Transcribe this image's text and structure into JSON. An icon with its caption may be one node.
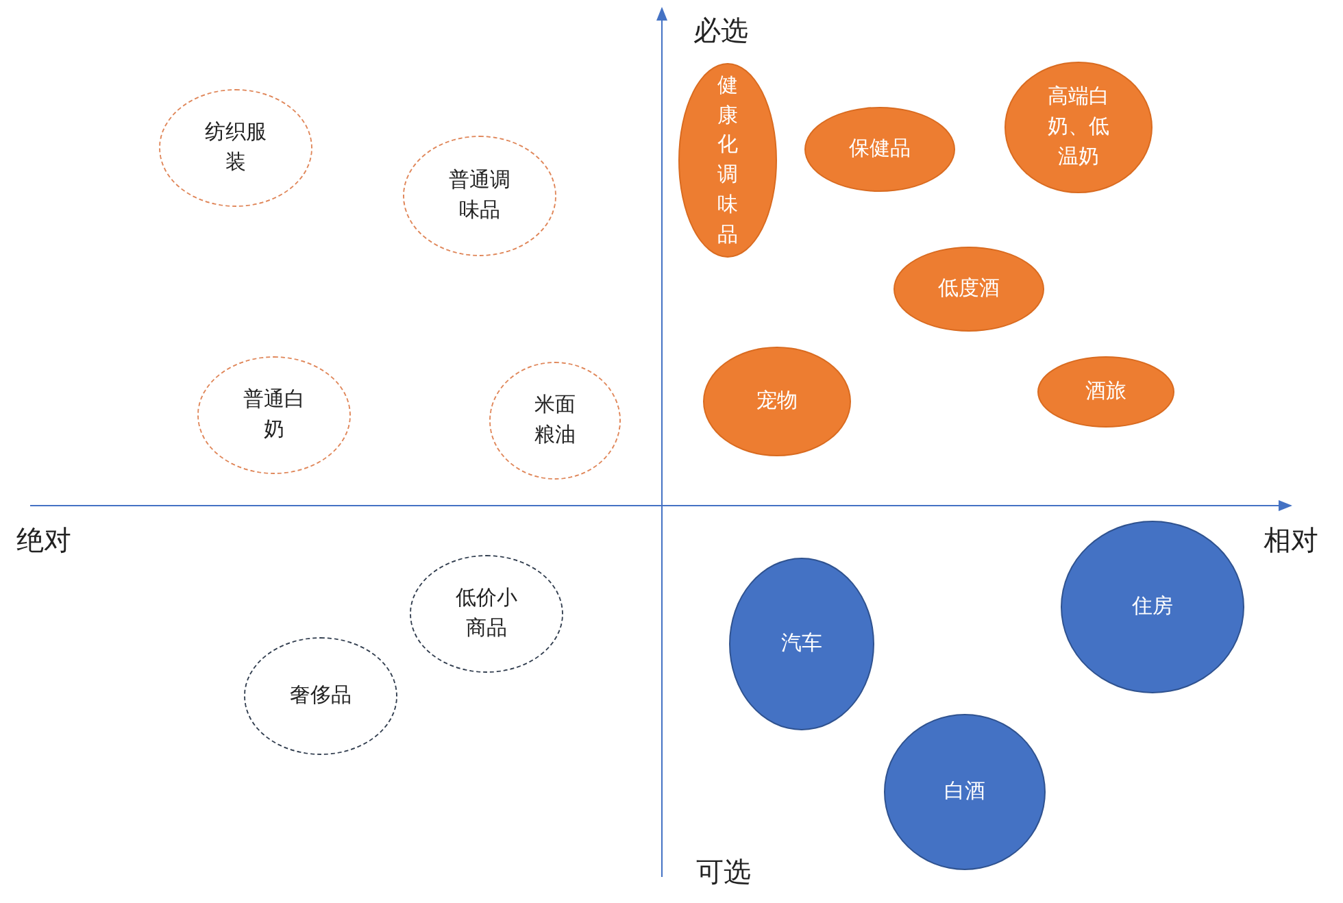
{
  "diagram": {
    "nodes": [
      {
        "text": [
          "纺织服装"
        ]
      },
      {
        "text": [
          "普通调味品"
        ]
      },
      {
        "text": [
          "普通白奶"
        ]
      },
      {
        "text": [
          "米面粮油"
        ]
      },
      {
        "text": [
          "健康化调味品"
        ]
      },
      {
        "text": [
          "保健品"
        ]
      },
      {
        "text": [
          "高端白奶、低温奶"
        ]
      },
      {
        "text": [
          "低度酒"
        ]
      },
      {
        "text": [
          "宠物"
        ]
      },
      {
        "text": [
          "酒旅"
        ]
      },
      {
        "text": [
          "低价小商品"
        ]
      },
      {
        "text": [
          "奢侈品"
        ]
      },
      {
        "text": [
          "汽车"
        ]
      },
      {
        "text": [
          "住房"
        ]
      },
      {
        "text": [
          "白酒"
        ]
      }
    ],
    "labels": [
      "必选",
      "绝对",
      "相对",
      "可选"
    ]
  }
}
